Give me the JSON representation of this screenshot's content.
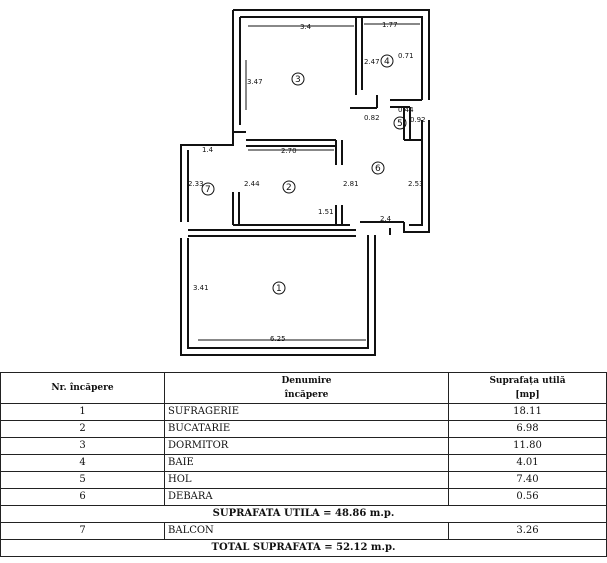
{
  "plan": {
    "dims": {
      "dormitor_width": "3.4",
      "bath_width": "1.77",
      "bath_depth": "2.47",
      "bath_small": "0.71",
      "hall_small_1": "0.44",
      "hall_small_2": "0.92",
      "debara_door": "0.82",
      "dormitor_height": "3.47",
      "kitchen_top": "1.4",
      "kitchen_side": "2.33",
      "kitchen_inner": "2.44",
      "hol_top": "2.70",
      "hol_inner": "2.81",
      "hol_right": "2.53",
      "hol_bottom": "2.4",
      "small_wall": "1.51",
      "living_height": "3.41",
      "living_width": "6.25"
    },
    "rooms": {
      "r1": "1",
      "r2": "2",
      "r3": "3",
      "r4": "4",
      "r5": "5",
      "r6": "6",
      "r7": "7"
    }
  },
  "table": {
    "headers": {
      "nr": "Nr. încăpere",
      "name_line1": "Denumire",
      "name_line2": "încăpere",
      "area_line1": "Suprafața utilă",
      "area_line2": "[mp]"
    },
    "rows": [
      {
        "nr": "1",
        "name": "SUFRAGERIE",
        "area": "18.11"
      },
      {
        "nr": "2",
        "name": "BUCATARIE",
        "area": "6.98"
      },
      {
        "nr": "3",
        "name": "DORMITOR",
        "area": "11.80"
      },
      {
        "nr": "4",
        "name": "BAIE",
        "area": "4.01"
      },
      {
        "nr": "5",
        "name": "HOL",
        "area": "7.40"
      },
      {
        "nr": "6",
        "name": "DEBARA",
        "area": "0.56"
      }
    ],
    "useful_total": "SUPRAFATA UTILA = 48.86 m.p.",
    "balcony": {
      "nr": "7",
      "name": "BALCON",
      "area": "3.26"
    },
    "grand_total": "TOTAL SUPRAFATA = 52.12 m.p."
  }
}
